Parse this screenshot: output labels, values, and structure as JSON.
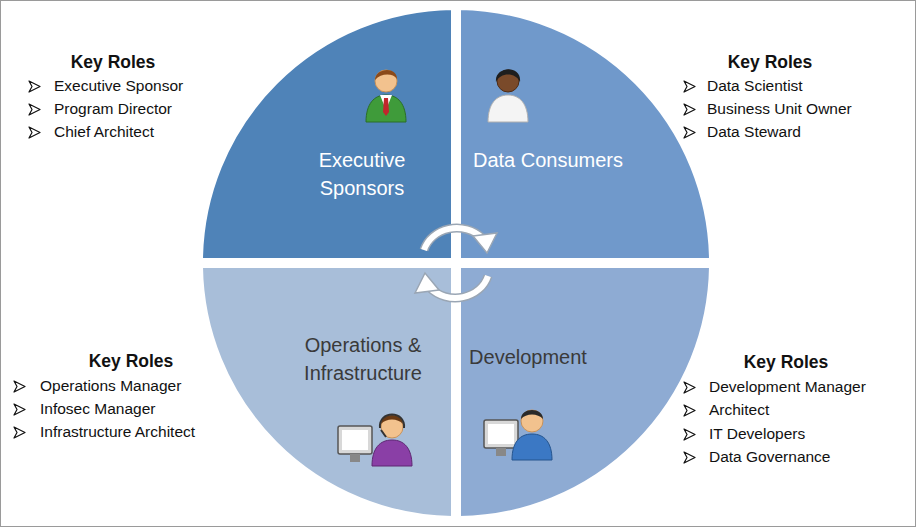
{
  "diagram": {
    "nodes": [
      {
        "text": [
          "Executive Sponsors"
        ]
      },
      {
        "text": [
          "Data Consumers"
        ]
      },
      {
        "text": [
          "Operations & Infrastructure"
        ]
      },
      {
        "text": [
          "Development"
        ]
      }
    ],
    "labels": [
      "Key Roles",
      "Executive Sponsor",
      "Program Director",
      "Chief Architect",
      "Key Roles",
      "Data Scientist",
      "Business Unit Owner",
      "Data Steward",
      "Key Roles",
      "Operations Manager",
      "Infosec Manager",
      "Infrastructure Architect",
      "Key Roles",
      "Development Manager",
      "Architect",
      "IT Developers",
      "Data Governance"
    ]
  }
}
